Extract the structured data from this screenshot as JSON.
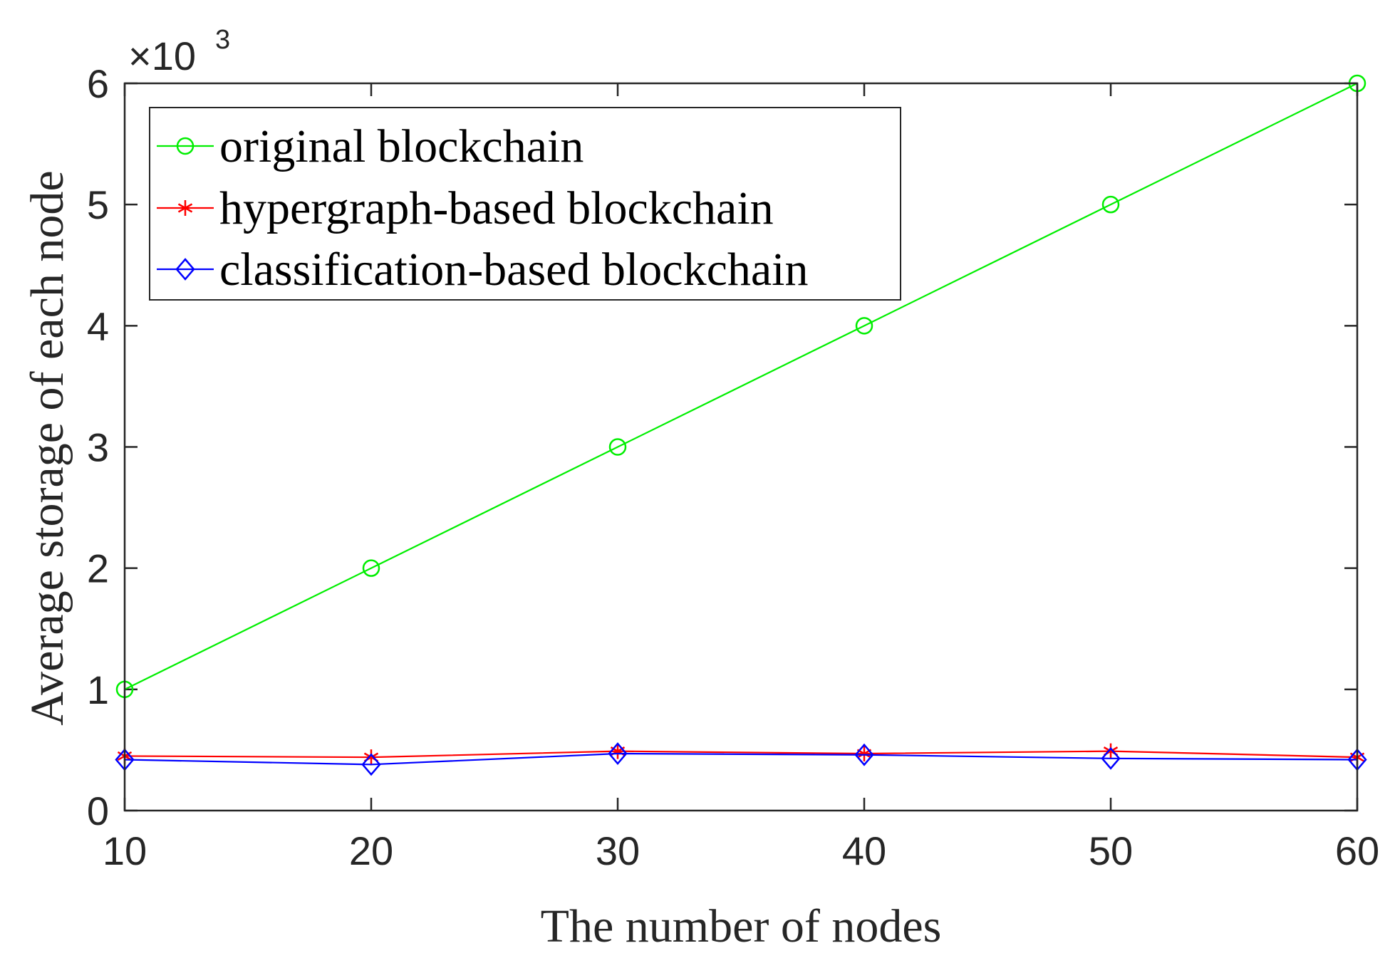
{
  "chart_data": {
    "type": "line",
    "xlabel": "The number of nodes",
    "ylabel": "Average storage of each node",
    "y_exponent_base": "×10",
    "y_exponent_power": "3",
    "xlim": [
      10,
      60
    ],
    "ylim": [
      0,
      6
    ],
    "x_ticks": [
      10,
      20,
      30,
      40,
      50,
      60
    ],
    "y_ticks": [
      0,
      1,
      2,
      3,
      4,
      5,
      6
    ],
    "grid": false,
    "legend_position": "top-left",
    "x": [
      10,
      20,
      30,
      40,
      50,
      60
    ],
    "series": [
      {
        "name": "original blockchain",
        "color": "#00ee00",
        "marker": "circle",
        "values": [
          1.0,
          2.0,
          3.0,
          4.0,
          5.0,
          6.0
        ]
      },
      {
        "name": "hypergraph-based blockchain",
        "color": "#ff0000",
        "marker": "asterisk",
        "values": [
          0.45,
          0.44,
          0.49,
          0.47,
          0.49,
          0.44
        ]
      },
      {
        "name": "classification-based blockchain",
        "color": "#0000ff",
        "marker": "diamond",
        "values": [
          0.42,
          0.38,
          0.47,
          0.46,
          0.43,
          0.42
        ]
      }
    ]
  }
}
